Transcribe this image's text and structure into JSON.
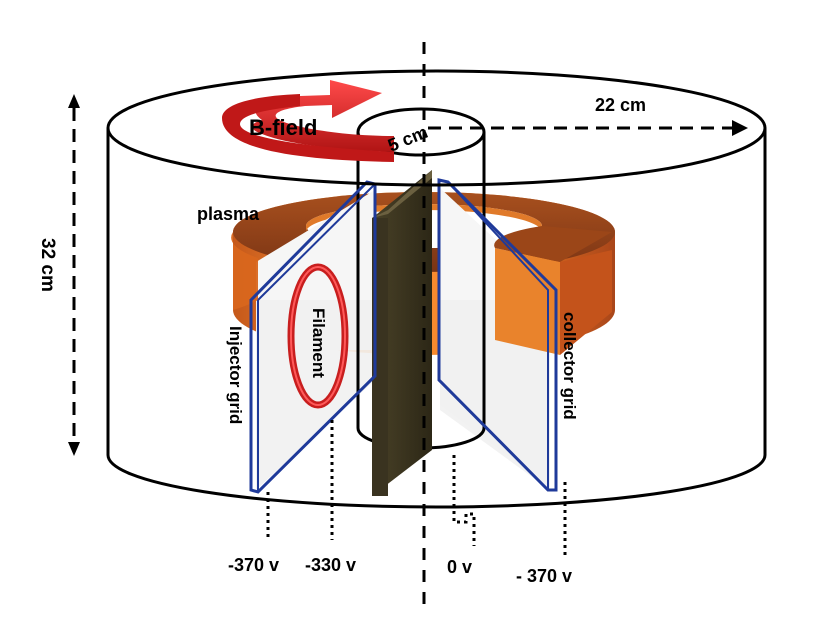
{
  "labels": {
    "b_field": "B-field",
    "inner_radius": "5 cm",
    "outer_radius": "22 cm",
    "height": "32 cm",
    "plasma": "plasma",
    "filament": "Filament",
    "injector_grid": "Injector grid",
    "collector_grid": "collector grid"
  },
  "voltages": {
    "injector": "-370 v",
    "filament": "-330 v",
    "center": "0 v",
    "collector": "- 370 v"
  },
  "colors": {
    "b_field_arrow": "#e02020",
    "plasma": "#f28a2e",
    "grid_outline": "#1f3a9a",
    "filament": "#c81e1e",
    "divider": "#3a3320"
  }
}
